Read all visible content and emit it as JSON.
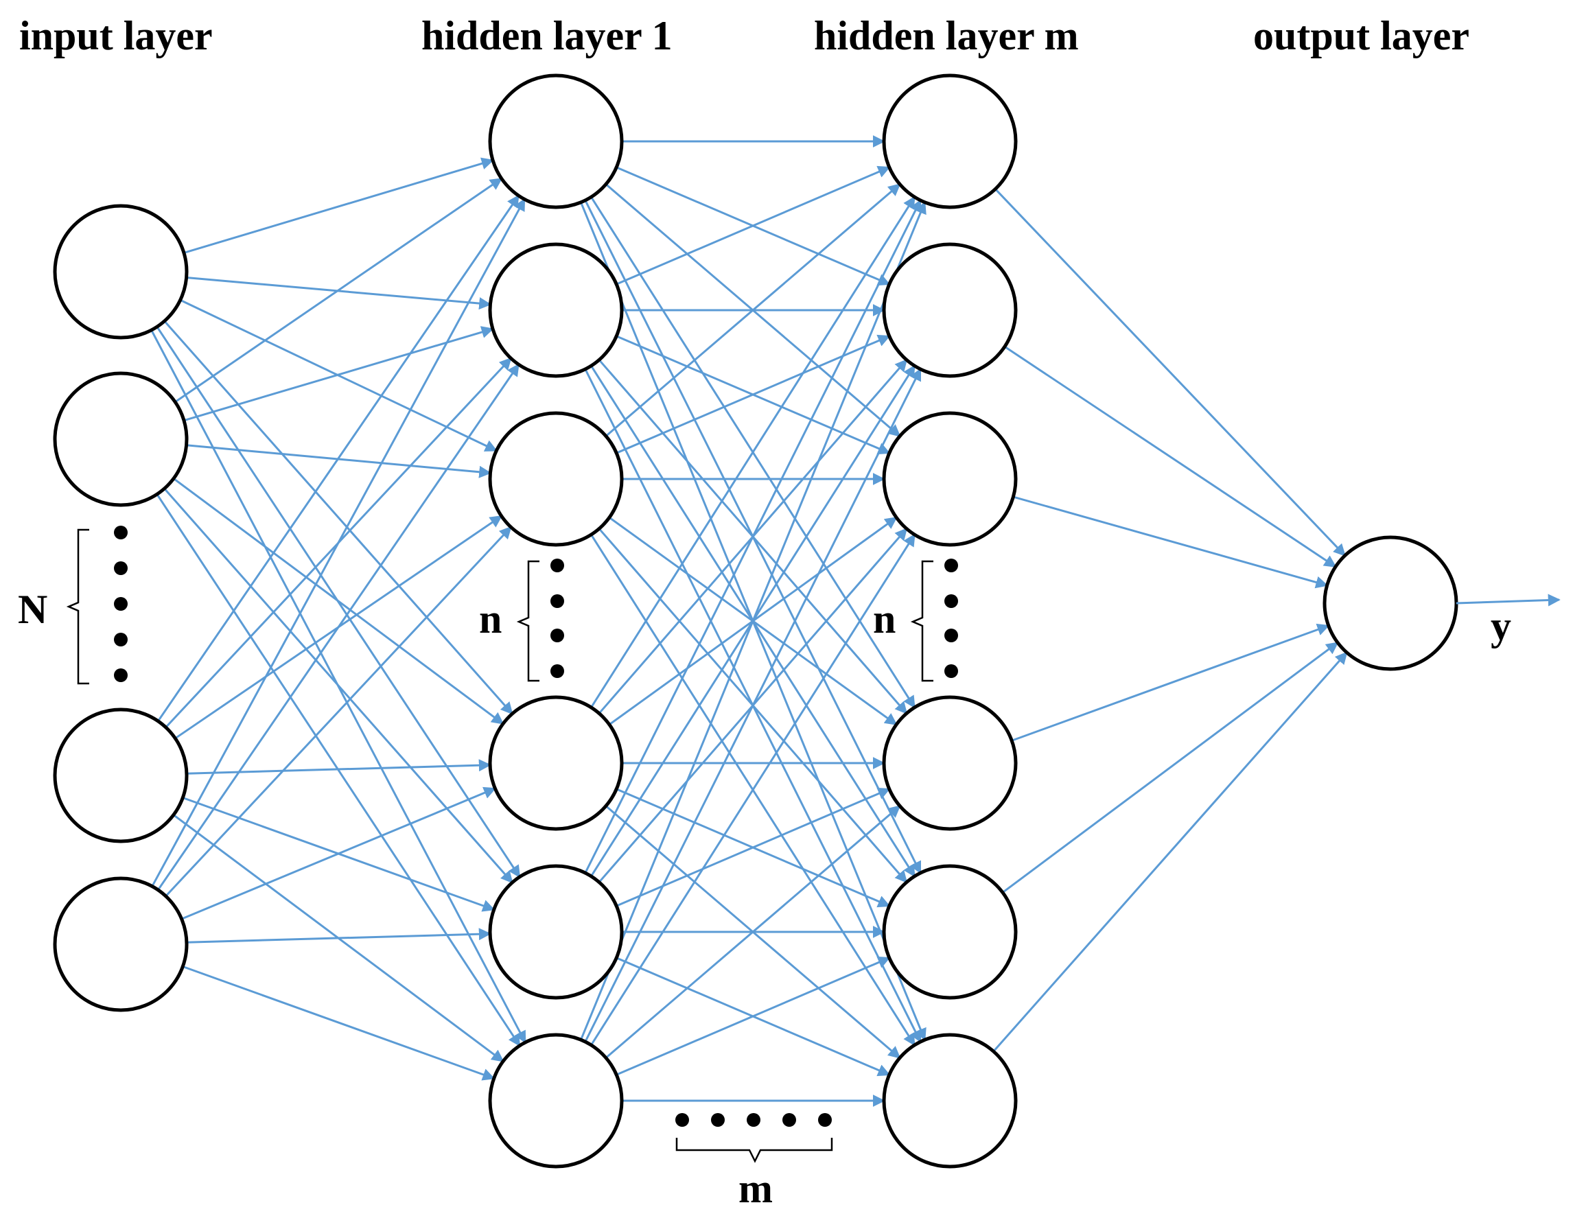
{
  "diagram": {
    "title": "",
    "layers": [
      {
        "id": "input",
        "title": "input layer",
        "count_label": "N"
      },
      {
        "id": "hidden1",
        "title": "hidden layer 1",
        "count_label": "n"
      },
      {
        "id": "hiddenm",
        "title": "hidden layer m",
        "count_label": "n"
      },
      {
        "id": "output",
        "title": "output layer"
      }
    ],
    "between_hidden_label": "m",
    "output_label": "y",
    "colors": {
      "edge": "#5b9bd5",
      "neuron_stroke": "#000000",
      "neuron_fill": "#ffffff",
      "text": "#000000"
    }
  }
}
